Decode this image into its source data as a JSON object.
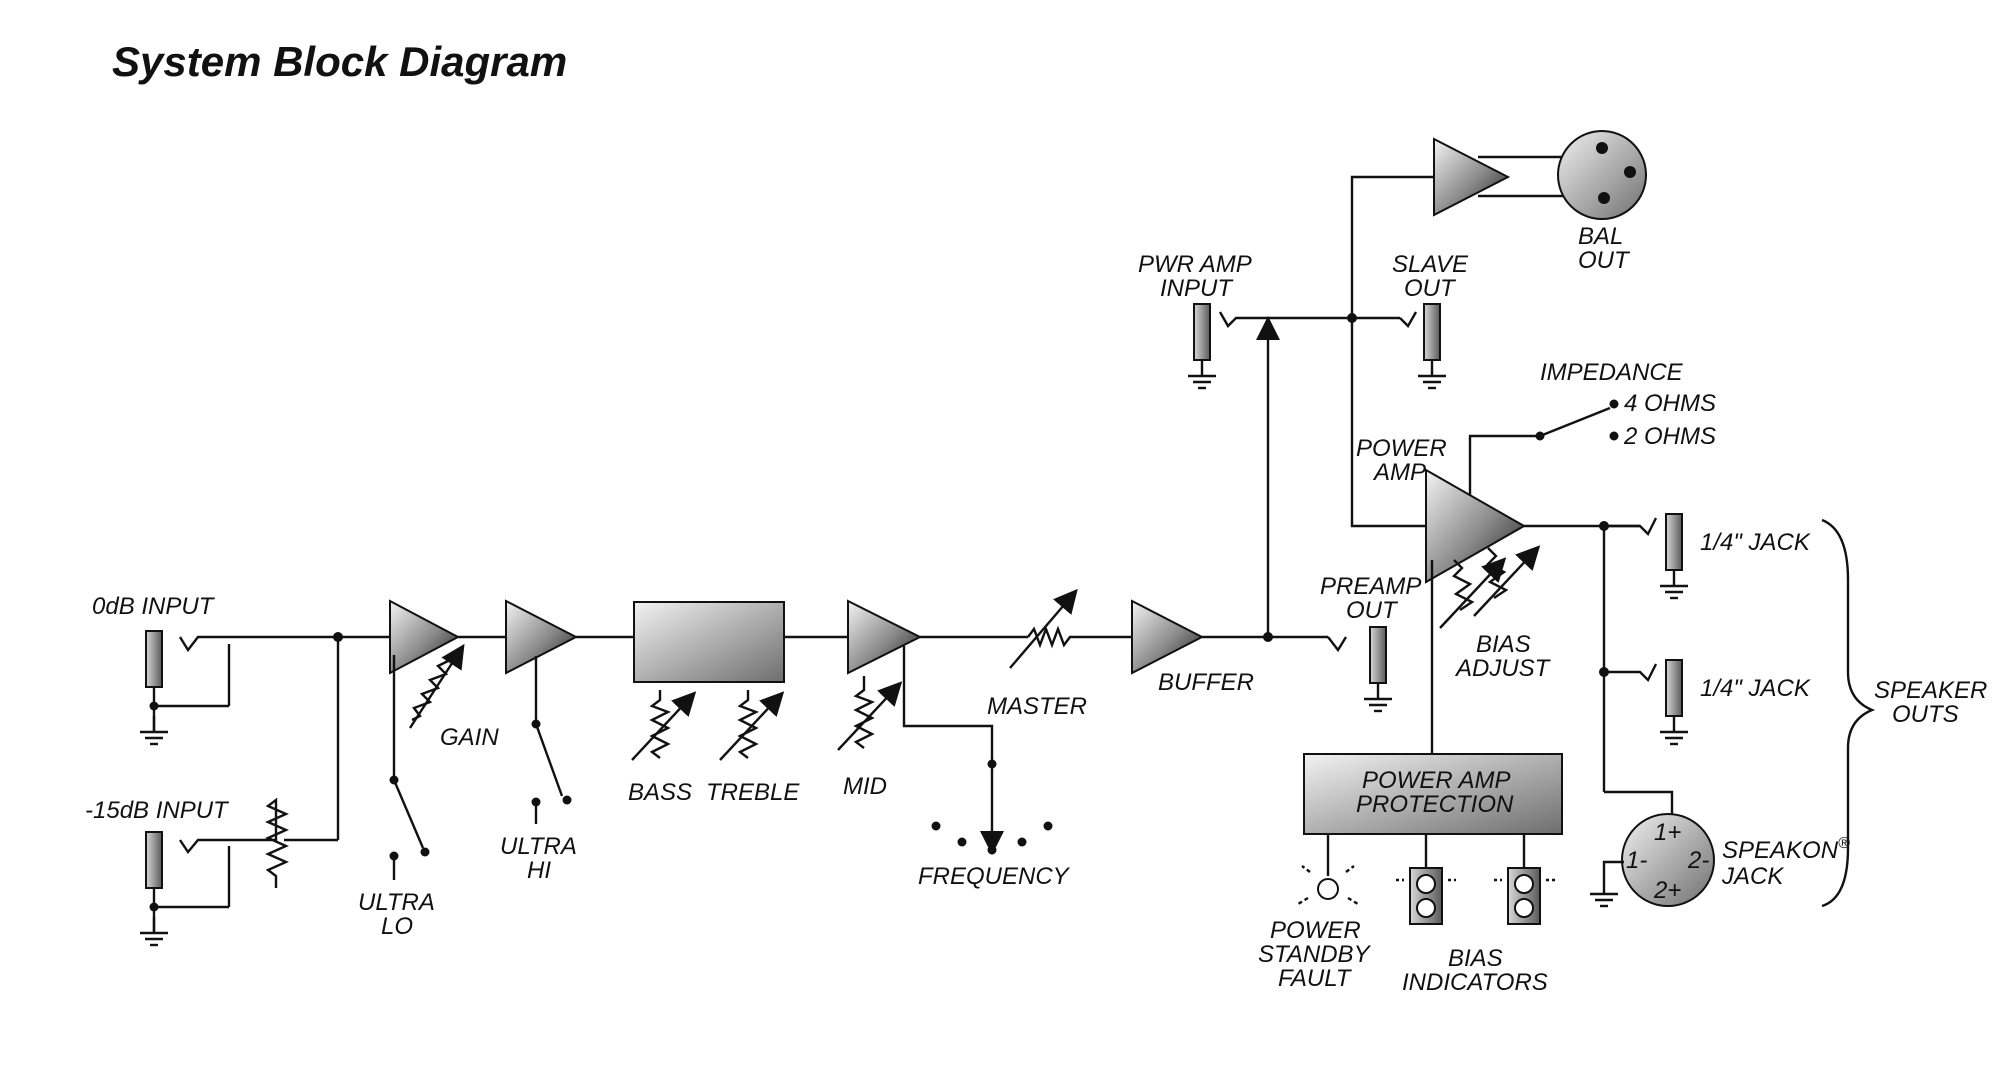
{
  "title": "System Block Diagram",
  "labels": {
    "input_0db": "0dB INPUT",
    "input_15db": "-15dB INPUT",
    "gain": "GAIN",
    "ultra_lo": [
      "ULTRA",
      "LO"
    ],
    "ultra_hi": [
      "ULTRA",
      "HI"
    ],
    "bass": "BASS",
    "treble": "TREBLE",
    "mid": "MID",
    "master": "MASTER",
    "frequency": "FREQUENCY",
    "buffer": "BUFFER",
    "preamp_out": [
      "PREAMP",
      "OUT"
    ],
    "pwr_amp_input": [
      "PWR AMP",
      "INPUT"
    ],
    "slave_out": [
      "SLAVE",
      "OUT"
    ],
    "bal_out": [
      "BAL",
      "OUT"
    ],
    "power_amp": [
      "POWER",
      "AMP"
    ],
    "impedance": "IMPEDANCE",
    "ohms_4": "4 OHMS",
    "ohms_2": "2 OHMS",
    "bias_adjust": [
      "BIAS",
      "ADJUST"
    ],
    "power_amp_protection": [
      "POWER AMP",
      "PROTECTION"
    ],
    "power_standby_fault": [
      "POWER",
      "STANDBY",
      "FAULT"
    ],
    "bias_indicators": [
      "BIAS",
      "INDICATORS"
    ],
    "jack_1": "1/4\" JACK",
    "jack_2": "1/4\" JACK",
    "speaker_outs": [
      "SPEAKER",
      "OUTS"
    ],
    "speakon_jack": [
      "SPEAKON",
      "JACK"
    ],
    "speakon_reg": "®",
    "speakon_pins": [
      "1+",
      "1-",
      "2-",
      "2+"
    ]
  }
}
